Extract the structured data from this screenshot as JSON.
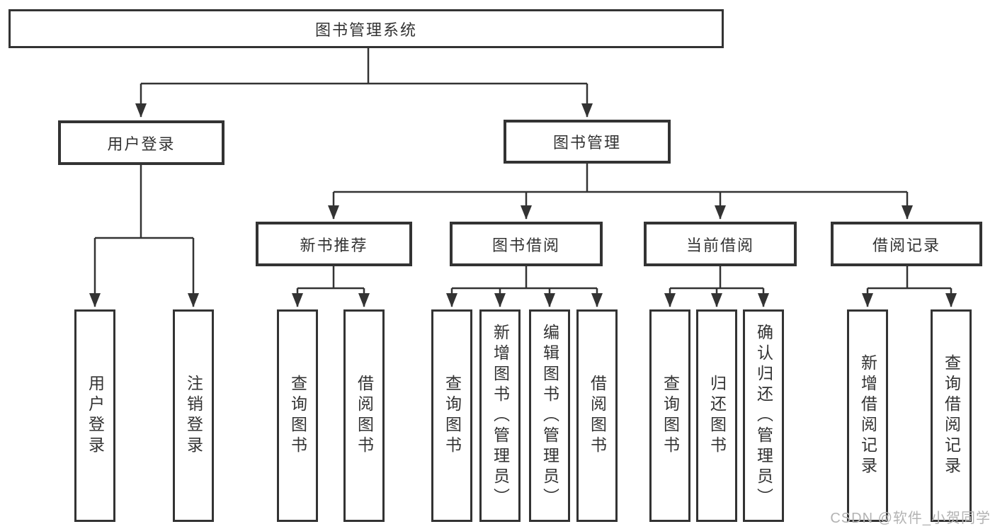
{
  "diagram": {
    "root": {
      "label": "图书管理系统"
    },
    "children": [
      {
        "label": "用户登录",
        "children": [
          {
            "label": "用户登录"
          },
          {
            "label": "注销登录"
          }
        ]
      },
      {
        "label": "图书管理",
        "children": [
          {
            "label": "新书推荐",
            "children": [
              {
                "label": "查询图书"
              },
              {
                "label": "借阅图书"
              }
            ]
          },
          {
            "label": "图书借阅",
            "children": [
              {
                "label": "查询图书"
              },
              {
                "label": "新增图书（管理员）"
              },
              {
                "label": "编辑图书（管理员）"
              },
              {
                "label": "借阅图书"
              }
            ]
          },
          {
            "label": "当前借阅",
            "children": [
              {
                "label": "查询图书"
              },
              {
                "label": "归还图书"
              },
              {
                "label": "确认归还（管理员）"
              }
            ]
          },
          {
            "label": "借阅记录",
            "children": [
              {
                "label": "新增借阅记录"
              },
              {
                "label": "查询借阅记录"
              }
            ]
          }
        ]
      }
    ]
  },
  "colors": {
    "line": "#333333",
    "box_border": "#333333",
    "text": "#333333",
    "watermark": "#b3b3b3",
    "background": "#ffffff"
  },
  "watermark": "CSDN @软件_小贺同学"
}
